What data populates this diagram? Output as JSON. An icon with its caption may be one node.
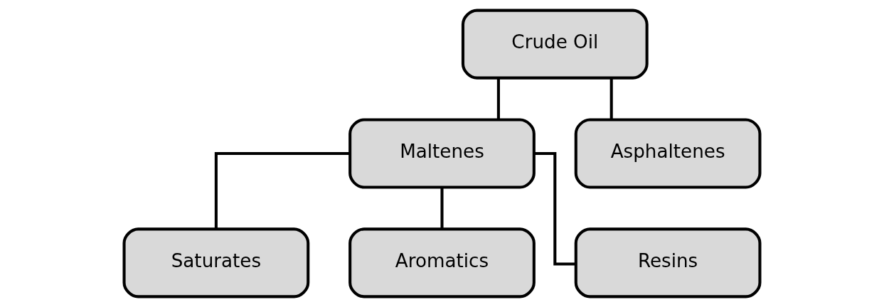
{
  "diagram": {
    "nodes": [
      {
        "text": [
          "Crude Oil"
        ]
      },
      {
        "text": [
          "Maltenes"
        ]
      },
      {
        "text": [
          "Asphaltenes"
        ]
      },
      {
        "text": [
          "Saturates"
        ]
      },
      {
        "text": [
          "Aromatics"
        ]
      },
      {
        "text": [
          "Resins"
        ]
      }
    ],
    "edges": [
      {
        "from": 0,
        "to": 1,
        "arrow": "none"
      },
      {
        "from": 0,
        "to": 2,
        "arrow": "none"
      },
      {
        "from": 1,
        "to": 3,
        "arrow": "none"
      },
      {
        "from": 1,
        "to": 4,
        "arrow": "none"
      },
      {
        "from": 1,
        "to": 5,
        "arrow": "none"
      }
    ]
  }
}
